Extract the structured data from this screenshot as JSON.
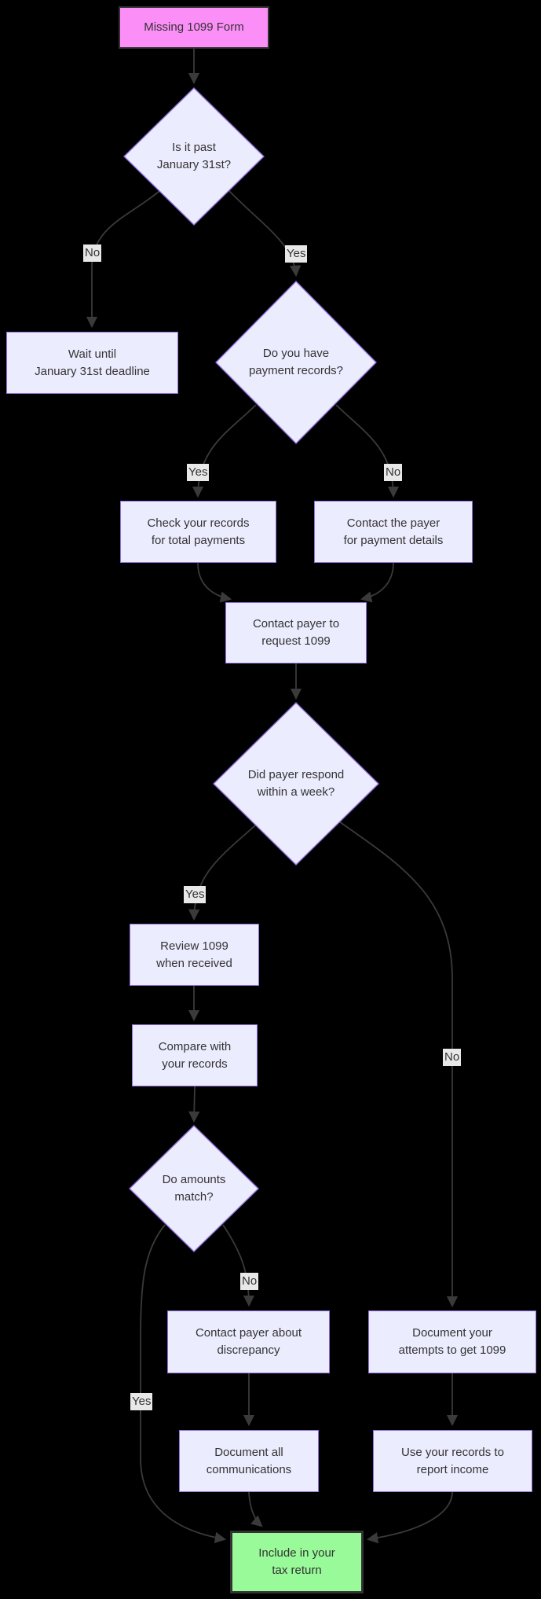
{
  "diagram": {
    "type": "flowchart",
    "title": "Missing 1099 Form",
    "colors": {
      "background": "#000000",
      "node_fill": "#ECECFF",
      "node_border": "#9370DB",
      "start_fill": "#fc8ef8",
      "start_border": "#333333",
      "end_fill": "#99fa99",
      "end_border": "#333333",
      "edge": "#3a3a3a",
      "label_bg": "#e8e8e8",
      "text": "#333333"
    },
    "nodes": {
      "A": {
        "label": "Missing 1099 Form",
        "shape": "start"
      },
      "B": {
        "label": "Is it past\nJanuary 31st?",
        "shape": "decision"
      },
      "C": {
        "label": "Wait until\nJanuary 31st deadline",
        "shape": "process"
      },
      "D": {
        "label": "Do you have\npayment records?",
        "shape": "decision"
      },
      "E": {
        "label": "Check your records\nfor total payments",
        "shape": "process"
      },
      "F": {
        "label": "Contact the payer\nfor payment details",
        "shape": "process"
      },
      "G": {
        "label": "Contact payer to\nrequest 1099",
        "shape": "process"
      },
      "H": {
        "label": "Did payer respond\nwithin a week?",
        "shape": "decision"
      },
      "I": {
        "label": "Review 1099\nwhen received",
        "shape": "process"
      },
      "J": {
        "label": "Compare with\nyour records",
        "shape": "process"
      },
      "K": {
        "label": "Do amounts\nmatch?",
        "shape": "decision"
      },
      "L": {
        "label": "Contact payer about\ndiscrepancy",
        "shape": "process"
      },
      "M": {
        "label": "Document all\ncommunications",
        "shape": "process"
      },
      "N": {
        "label": "Document your\nattempts to get 1099",
        "shape": "process"
      },
      "O": {
        "label": "Use your records to\nreport income",
        "shape": "process"
      },
      "P": {
        "label": "Include in your\ntax return",
        "shape": "end"
      }
    },
    "edges": [
      {
        "from": "A",
        "to": "B",
        "label": ""
      },
      {
        "from": "B",
        "to": "C",
        "label": "No"
      },
      {
        "from": "B",
        "to": "D",
        "label": "Yes"
      },
      {
        "from": "D",
        "to": "E",
        "label": "Yes"
      },
      {
        "from": "D",
        "to": "F",
        "label": "No"
      },
      {
        "from": "E",
        "to": "G",
        "label": ""
      },
      {
        "from": "F",
        "to": "G",
        "label": ""
      },
      {
        "from": "G",
        "to": "H",
        "label": ""
      },
      {
        "from": "H",
        "to": "I",
        "label": "Yes"
      },
      {
        "from": "H",
        "to": "N",
        "label": "No"
      },
      {
        "from": "I",
        "to": "J",
        "label": ""
      },
      {
        "from": "J",
        "to": "K",
        "label": ""
      },
      {
        "from": "K",
        "to": "L",
        "label": "No"
      },
      {
        "from": "K",
        "to": "P",
        "label": "Yes"
      },
      {
        "from": "L",
        "to": "M",
        "label": ""
      },
      {
        "from": "N",
        "to": "O",
        "label": ""
      },
      {
        "from": "M",
        "to": "P",
        "label": ""
      },
      {
        "from": "O",
        "to": "P",
        "label": ""
      }
    ]
  }
}
